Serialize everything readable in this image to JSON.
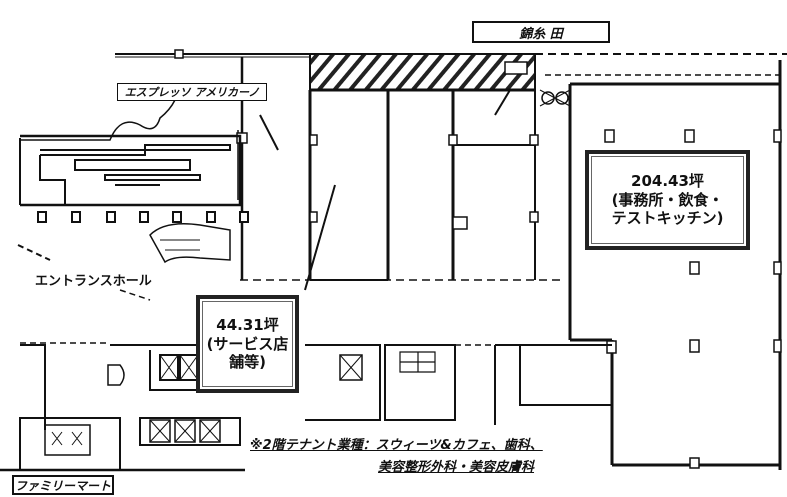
{
  "labels": {
    "street_north": "錦糸 田",
    "cafe": "エスプレッソ アメリカーノ",
    "entrance_hall": "エントランスホール",
    "convenience_store": "ファミリーマート"
  },
  "units": [
    {
      "area": "204.43坪",
      "use_line1": "(事務所・飲食・",
      "use_line2": "テストキッチン)"
    },
    {
      "area": "44.31坪",
      "use_line1": "(サービス店",
      "use_line2": "舗等)"
    }
  ],
  "footnote": {
    "line1": "※2階テナント業種：スウィーツ&カフェ、歯科、",
    "line2": "美容整形外科・美容皮膚科"
  },
  "colors": {
    "line": "#111111",
    "background": "#ffffff",
    "hatch": "#222222"
  }
}
